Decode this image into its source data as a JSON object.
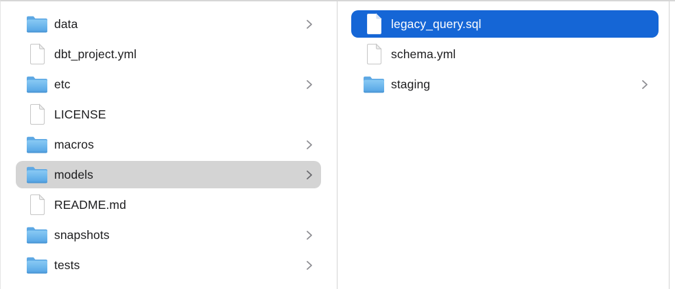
{
  "window": {
    "view_mode": "finder-column-view"
  },
  "colors": {
    "selection_active": "#1566D6",
    "selection_inactive": "#D4D4D4",
    "divider": "#D3D3D3",
    "text": "#1C1C1E",
    "text_selected": "#FFFFFF",
    "chevron": "#8E8E93",
    "folder_blue_light": "#89CAF4",
    "folder_blue_dark": "#4E9EDE"
  },
  "icons": {
    "folder": "folder-icon",
    "file": "document-icon",
    "chevron": "chevron-right-icon"
  },
  "columns": [
    {
      "name": "parent-column",
      "items": [
        {
          "label": "data",
          "type": "folder",
          "chevron": true,
          "selected": false,
          "selection_style": null
        },
        {
          "label": "dbt_project.yml",
          "type": "file",
          "chevron": false,
          "selected": false,
          "selection_style": null
        },
        {
          "label": "etc",
          "type": "folder",
          "chevron": true,
          "selected": false,
          "selection_style": null
        },
        {
          "label": "LICENSE",
          "type": "file",
          "chevron": false,
          "selected": false,
          "selection_style": null
        },
        {
          "label": "macros",
          "type": "folder",
          "chevron": true,
          "selected": false,
          "selection_style": null
        },
        {
          "label": "models",
          "type": "folder",
          "chevron": true,
          "selected": true,
          "selection_style": "inactive"
        },
        {
          "label": "README.md",
          "type": "file",
          "chevron": false,
          "selected": false,
          "selection_style": null
        },
        {
          "label": "snapshots",
          "type": "folder",
          "chevron": true,
          "selected": false,
          "selection_style": null
        },
        {
          "label": "tests",
          "type": "folder",
          "chevron": true,
          "selected": false,
          "selection_style": null
        }
      ]
    },
    {
      "name": "child-column",
      "items": [
        {
          "label": "legacy_query.sql",
          "type": "file",
          "chevron": false,
          "selected": true,
          "selection_style": "active"
        },
        {
          "label": "schema.yml",
          "type": "file",
          "chevron": false,
          "selected": false,
          "selection_style": null
        },
        {
          "label": "staging",
          "type": "folder",
          "chevron": true,
          "selected": false,
          "selection_style": null
        }
      ]
    }
  ]
}
